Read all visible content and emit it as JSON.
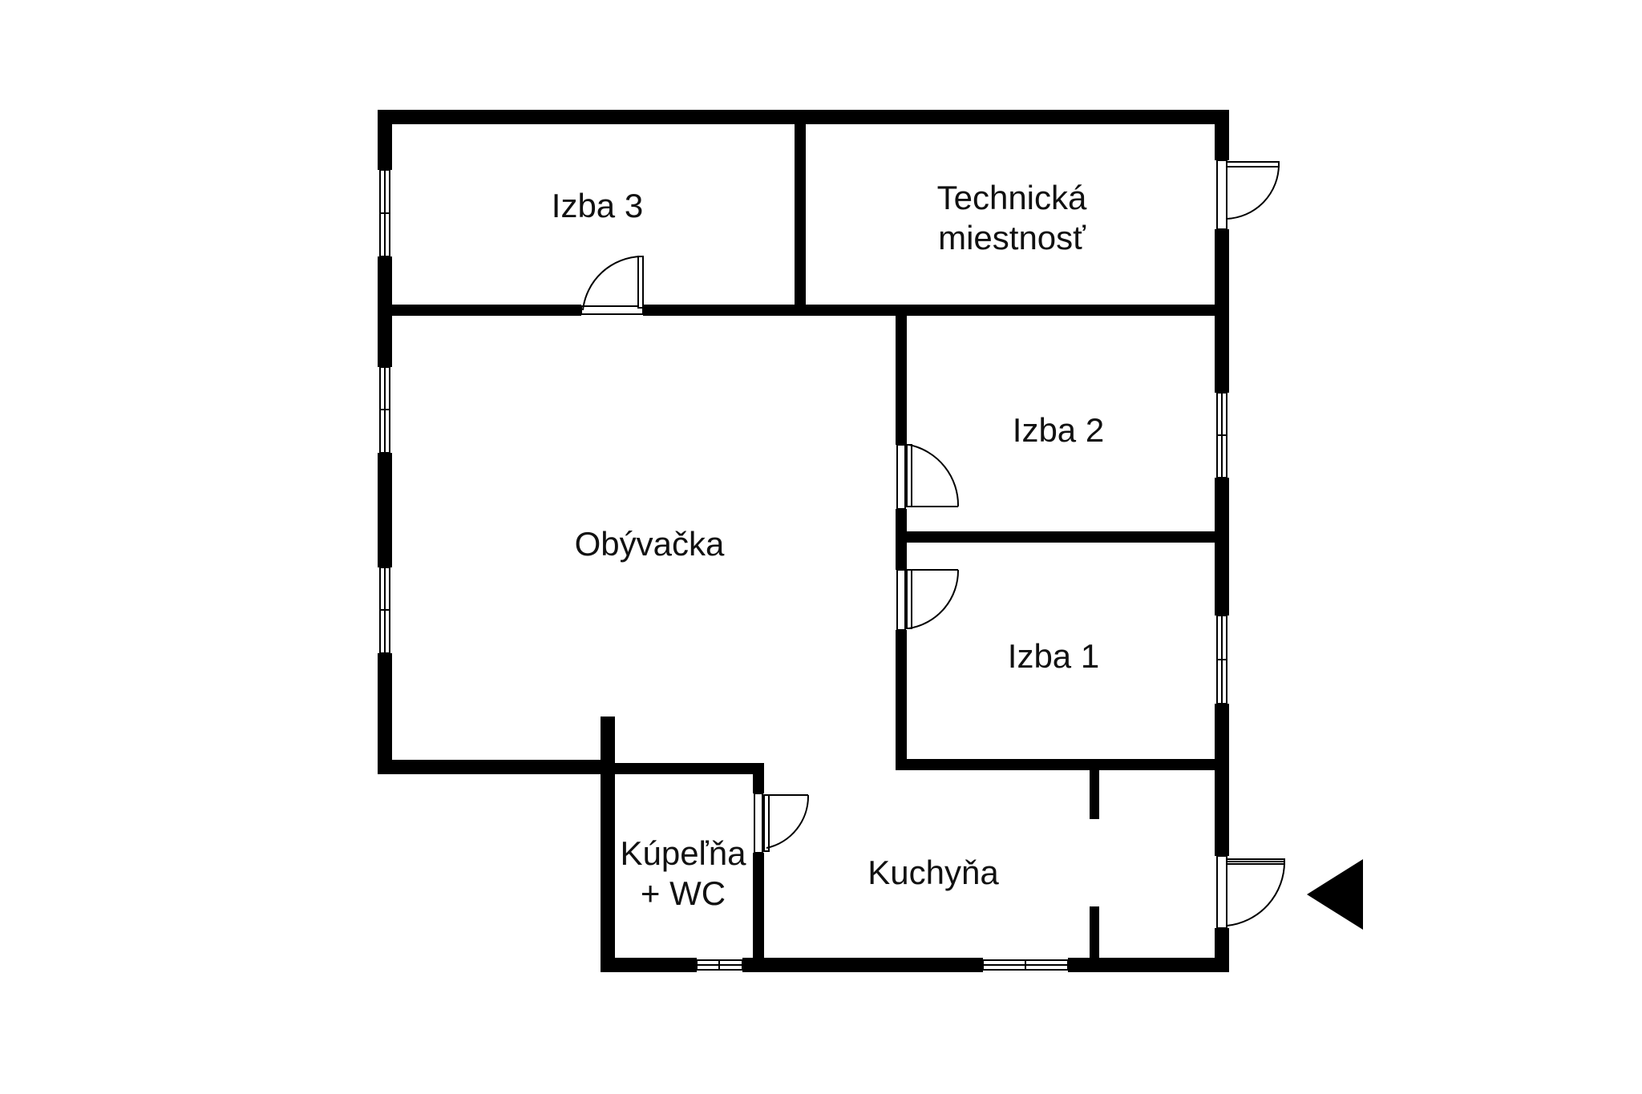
{
  "colors": {
    "background": "#ffffff",
    "wall": "#000000",
    "window_frame": "#000000",
    "window_fill": "#ffffff",
    "door_line": "#000000",
    "label": "#111111"
  },
  "rooms": {
    "izba3": "Izba 3",
    "technicka_line1": "Technická",
    "technicka_line2": "miestnosť",
    "izba2": "Izba 2",
    "obyvacka": "Obývačka",
    "izba1": "Izba 1",
    "kupelna_line1": "Kúpeľňa",
    "kupelna_line2": "+ WC",
    "kuchyna": "Kuchyňa"
  },
  "entrance_marker_icon": "triangle-left-icon"
}
